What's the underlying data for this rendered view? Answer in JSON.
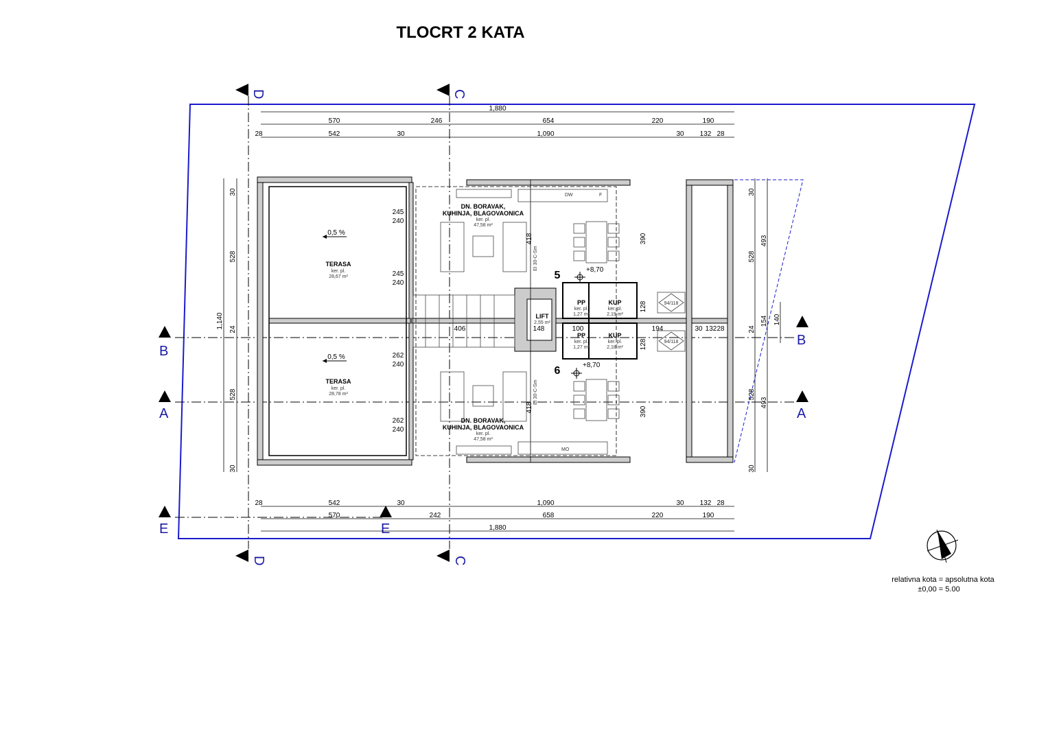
{
  "title": "TLOCRT 2 KATA",
  "top_dims": {
    "overall": "1,880",
    "row2": [
      "570",
      "246",
      "654",
      "220",
      "190"
    ],
    "row3": [
      "28",
      "542",
      "30",
      "1,090",
      "30",
      "132",
      "28"
    ]
  },
  "bottom_dims": {
    "row1": [
      "28",
      "542",
      "30",
      "1,090",
      "30",
      "132",
      "28"
    ],
    "row2": [
      "570",
      "242",
      "658",
      "220",
      "190"
    ],
    "overall": "1,880"
  },
  "left_dims": {
    "segments": [
      "30",
      "528",
      "24",
      "528",
      "30"
    ],
    "overall": "1,140"
  },
  "right_dims": {
    "segments": [
      "30",
      "528",
      "24",
      "528",
      "30"
    ],
    "inner": [
      "493",
      "154",
      "493"
    ],
    "overall": "140"
  },
  "sections": {
    "d": "D",
    "c": "C",
    "b": "B",
    "a": "A",
    "e": "E"
  },
  "rooms": {
    "terasa_top": {
      "name": "TERASA",
      "floor": "ker. pl.",
      "area": "28,67 m²",
      "slope": "0,5 %"
    },
    "terasa_bottom": {
      "name": "TERASA",
      "floor": "ker. pl.",
      "area": "28,78 m²",
      "slope": "0,5 %"
    },
    "living_top": {
      "name1": "DN. BORAVAK,",
      "name2": "KUHINJA, BLAGOVAONICA",
      "floor": "ker. pl.",
      "area": "47,58 m²"
    },
    "living_bottom": {
      "name1": "DN. BORAVAK,",
      "name2": "KUHINJA, BLAGOVAONICA",
      "floor": "ker. pl.",
      "area": "47,58 m²"
    },
    "lift": {
      "name": "LIFT",
      "area": "2,55 m²"
    },
    "pp_top": {
      "name": "PP",
      "floor": "ker. pl.",
      "area": "1,27 m²"
    },
    "kup_top": {
      "name": "KUP",
      "floor": "ker. pl.",
      "area": "2,19 m²"
    },
    "pp_bottom": {
      "name": "PP",
      "floor": "ker. pl.",
      "area": "1,27 m²"
    },
    "kup_bottom": {
      "name": "KUP",
      "floor": "ker. pl.",
      "area": "2,18 m²"
    }
  },
  "units": {
    "top": "5",
    "bottom": "6"
  },
  "levels": {
    "top": "+8,70",
    "bottom": "+8,70"
  },
  "windows": {
    "top": "94/118",
    "bottom": "94/118"
  },
  "inner_dims": [
    "245",
    "240",
    "245",
    "240",
    "262",
    "240",
    "262",
    "240",
    "418",
    "390",
    "418",
    "390",
    "128",
    "128",
    "406",
    "148",
    "100",
    "194",
    "30",
    "132",
    "28"
  ],
  "appliances": {
    "dw": "DW",
    "f": "F",
    "mo": "MO"
  },
  "fire_rating": "EI 30-C-Sm",
  "note": {
    "line1": "relativna kota = apsolutna kota",
    "line2": "±0,00 = 5.00"
  }
}
